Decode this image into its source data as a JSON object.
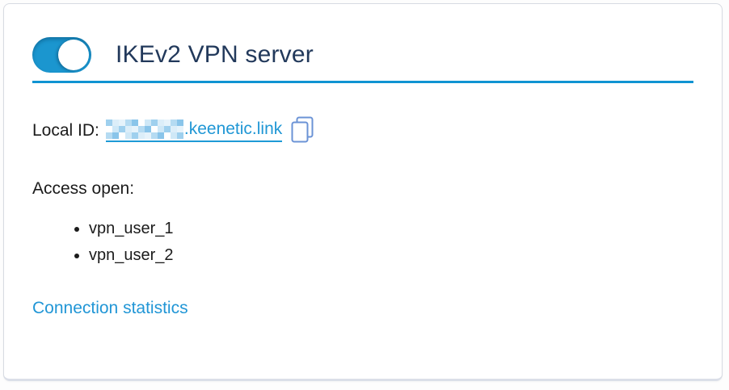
{
  "header": {
    "title": "IKEv2 VPN server",
    "toggle": {
      "state": "on",
      "color": "#1b96cf"
    }
  },
  "local_id": {
    "label": "Local ID:",
    "redacted_prefix": true,
    "link_suffix": ".keenetic.link",
    "copy_icon": "copy-icon"
  },
  "access": {
    "label": "Access open:",
    "users": [
      "vpn_user_1",
      "vpn_user_2"
    ]
  },
  "footer": {
    "connection_statistics_label": "Connection statistics"
  },
  "colors": {
    "accent_blue": "#0f93d2",
    "link_blue": "#2097d5",
    "title_navy": "#22395b",
    "copy_icon_blue": "#6b93d6",
    "card_border": "#d7dbe2"
  },
  "redacted_palette": [
    "#ffffff",
    "#e6f3fb",
    "#cfe8f7",
    "#b5dbf2",
    "#9fd0ee",
    "#8ac5ea",
    "#dcEEf9"
  ]
}
